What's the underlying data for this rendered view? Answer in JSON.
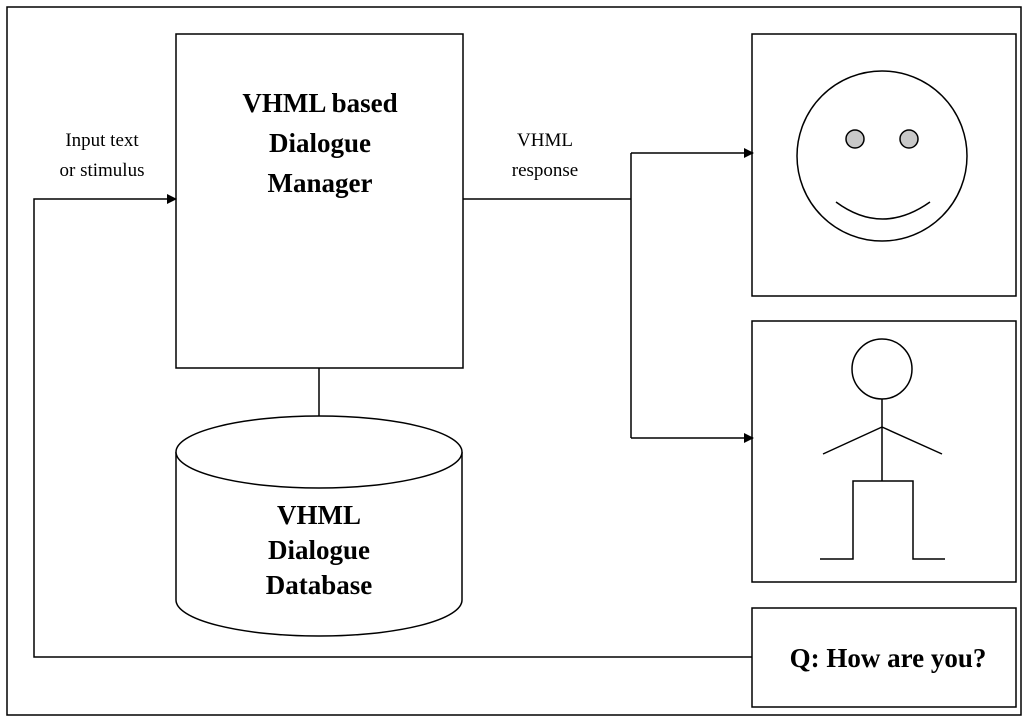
{
  "input_label": [
    "Input text",
    "or stimulus"
  ],
  "manager": {
    "lines": [
      "VHML based",
      "Dialogue",
      "Manager"
    ]
  },
  "response_label": [
    "VHML",
    "response"
  ],
  "database": {
    "lines": [
      "VHML",
      "Dialogue",
      "Database"
    ]
  },
  "question": {
    "text": "Q: How are you?"
  }
}
